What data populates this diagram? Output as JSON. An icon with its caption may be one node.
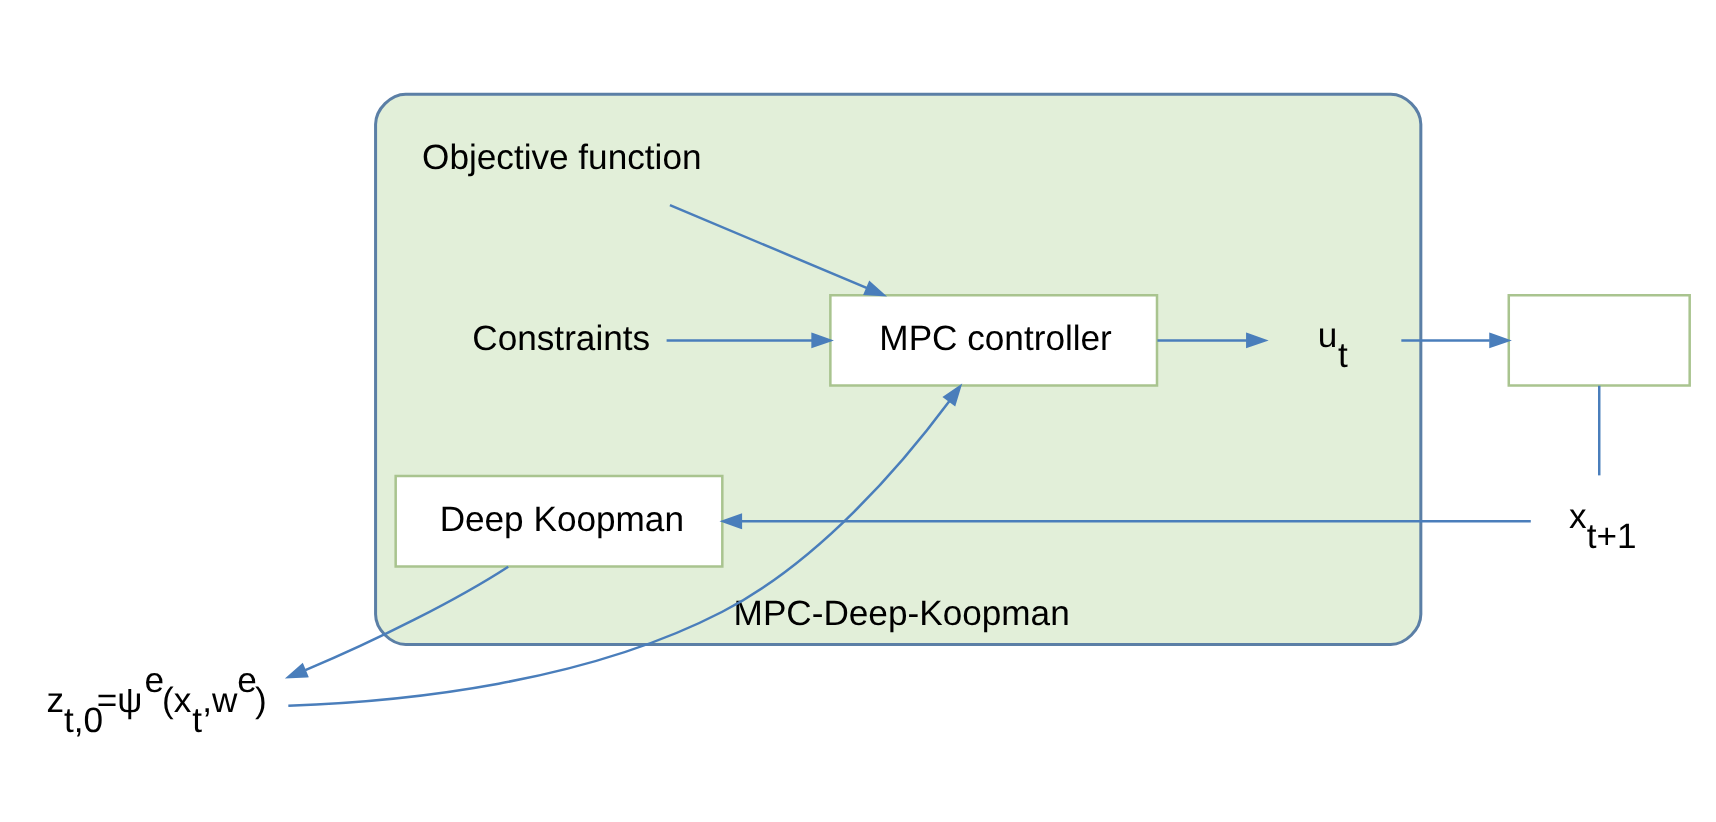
{
  "diagram": {
    "nodes": [
      {
        "text": [
          "MPC-Deep-Koopman"
        ]
      },
      {
        "text": [
          "Objective function"
        ],
        "in": 0
      },
      {
        "text": [
          "Constraints"
        ],
        "in": 0
      },
      {
        "text": [
          "MPC controller"
        ],
        "in": 0
      },
      {
        "text": [
          "Deep Koopman"
        ],
        "in": 0
      },
      {
        "text": [
          "z$_{t,0}$=ψ$^{e}$(x$_{t}$,w$^{e}$)"
        ]
      },
      {
        "text": [
          "u$_{t}$"
        ],
        "in": 0
      },
      {
        "text": [],
        "shape": "box"
      },
      {
        "text": [
          "x$_{t+1}$"
        ]
      }
    ],
    "edges": [
      {
        "from": 1,
        "to": 3,
        "arrow": "to"
      },
      {
        "from": 2,
        "to": 3,
        "arrow": "to"
      },
      {
        "from": 5,
        "to": 3,
        "arrow": "to"
      },
      {
        "from": 3,
        "to": 6,
        "arrow": "to"
      },
      {
        "from": 6,
        "to": 7,
        "arrow": "to"
      },
      {
        "from": 7,
        "to": 8,
        "arrow": "none"
      },
      {
        "from": 8,
        "to": 4,
        "arrow": "to"
      },
      {
        "from": 4,
        "to": 5,
        "arrow": "to"
      }
    ]
  }
}
